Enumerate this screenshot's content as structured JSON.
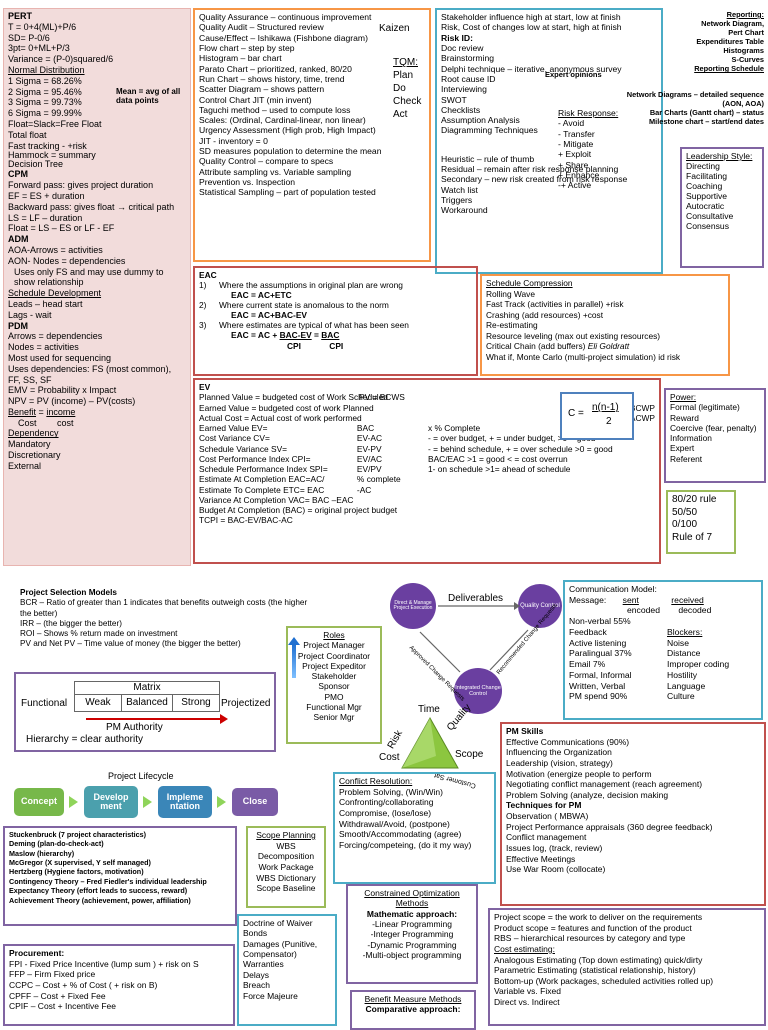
{
  "pert": {
    "title": "PERT",
    "lines": [
      "T = 0+4(ML)+P/6",
      "SD= P-0/6",
      "3pt= 0+ML+P/3",
      "Variance = (P-0)squared/6"
    ],
    "nd_title": "Normal Distribution",
    "sigma": [
      "1 Sigma = 68.26%",
      "2 Sigma = 95.46%",
      "3 Sigma = 99.73%",
      "6 Sigma = 99.99%"
    ],
    "mean_note": "Mean = avg of all data points",
    "float_lines": [
      "Float=Slack=Free Float",
      "Total float",
      "Fast tracking - +risk",
      "Hammock = summary Decision Tree"
    ],
    "cpm_title": "CPM",
    "cpm_lines": [
      "Forward pass: gives project duration",
      "EF = ES + duration",
      "Backward pass: gives float → critical path",
      "LS = LF – duration",
      "Float = LS – ES or LF - EF"
    ],
    "adm_title": "ADM",
    "adm_lines": [
      "AOA-Arrows = activities",
      "AON- Nodes = dependencies",
      "Uses only FS and may use dummy to show relationship"
    ],
    "sd_title": "Schedule Development",
    "sd_lines": [
      "Leads – head start",
      "Lags - wait"
    ],
    "pdm_title": "PDM",
    "pdm_lines": [
      "Arrows = dependencies",
      "Nodes = activities",
      "Most used for sequencing",
      "Uses dependencies: FS (most common), FF, SS, SF"
    ],
    "emv": "EMV = Probability x Impact",
    "npv": "NPV = PV (income) – PV(costs)",
    "benefit_a": "Benefit",
    "benefit_eq": "=",
    "benefit_b": "income",
    "cost_a": "Cost",
    "cost_b": "cost",
    "dep_title": "Dependency",
    "dep_lines": [
      "Mandatory",
      "Discretionary",
      "External"
    ]
  },
  "quality": {
    "lines": [
      "Quality Assurance – continuous improvement",
      "Quality Audit – Structured review",
      "Cause/Effect – Ishikawa (Fishbone diagram)",
      "Flow chart – step by step",
      "Histogram – bar chart",
      "Parato Chart – prioritized, ranked, 80/20",
      "Run Chart – shows history, time, trend",
      "Scatter Diagram – shows pattern",
      "Control Chart          JIT (min invent)",
      "Taguchi method – used to compute loss",
      "Scales: (Ordinal, Cardinal-linear, non linear)",
      "Urgency Assessment (High prob, High Impact)",
      "JIT - inventory = 0",
      "SD measures population to determine the mean",
      "Quality Control – compare to specs",
      "Attribute sampling vs. Variable sampling",
      "Prevention vs. Inspection",
      "Statistical Sampling – part of population tested"
    ],
    "kaizen": "Kaizen",
    "tqm_title": "TQM:",
    "tqm": [
      "Plan",
      "Do",
      "Check",
      "Act"
    ]
  },
  "risk": {
    "lines": [
      "Stakeholder influence high at start, low at finish",
      "Risk, Cost of changes  low at start, high at finish"
    ],
    "id_title": "Risk ID:",
    "id_items": [
      "Doc review",
      "Brainstorming",
      "Delphi technique – iterative, anonymous survey",
      "Root cause ID",
      "Interviewing",
      "SWOT",
      "Checklists",
      "Assumption Analysis",
      "Diagramming Techniques"
    ],
    "expert": "Expert opinions",
    "response_title": "Risk Response:",
    "response": [
      "- Avoid",
      "- Transfer",
      "- Mitigate",
      "+ Exploit",
      "+ Share",
      "+ Enhance",
      "-+ Active"
    ],
    "bottom": [
      "Heuristic – rule of thumb",
      "Residual – remain after risk response planning",
      "Secondary – new risk created from risk response",
      "Watch list",
      "Triggers",
      "Workaround"
    ]
  },
  "reporting": {
    "title": "Reporting:",
    "lines": [
      "Network Diagram,",
      "Pert Chart",
      "Expenditures Table",
      "Histograms",
      "S-Curves"
    ],
    "sched_title": "Reporting Schedule",
    "sched": [
      "Network Diagrams – detailed sequence",
      "(AON, AOA)",
      "Bar Charts (Gantt chart) – status",
      "Milestone chart – start/end dates"
    ]
  },
  "leadership": {
    "title": "Leadership Style:",
    "items": [
      "Directing",
      "Facilitating",
      "Coaching",
      "Supportive",
      "Autocratic",
      "Consultative",
      "Consensus"
    ]
  },
  "eac": {
    "title": "EAC",
    "items": [
      {
        "n": "1)",
        "text": "Where the assumptions in original plan are wrong",
        "eq": "EAC = AC+ETC"
      },
      {
        "n": "2)",
        "text": "Where current state is anomalous to the norm",
        "eq": "EAC = AC+BAC-EV"
      },
      {
        "n": "3)",
        "text": "Where estimates are typical of what has been seen",
        "eq": "EAC = AC +"
      }
    ],
    "bac_ev": "BAC-EV",
    "eq_sign": "=",
    "bac": "BAC",
    "cpi1": "CPI",
    "cpi2": "CPI"
  },
  "compression": {
    "title": "Schedule Compression",
    "lines": [
      "Rolling Wave",
      "Fast Track (activities in parallel) +risk",
      "Crashing  (add resources) +cost",
      "Re-estimating",
      "Resource leveling (max out existing resources)",
      "Critical Chain  (add buffers)",
      "What if, Monte Carlo (multi-project simulation) id risk"
    ],
    "goldratt": "Eli Goldratt"
  },
  "ev": {
    "title": "EV",
    "rows": [
      [
        "Planned Value = budgeted cost of Work Scheduled",
        "PV = BCWS",
        ""
      ],
      [
        "Earned Value  =  budgeted cost of work Planned",
        "",
        "EV = BCWP"
      ],
      [
        "Actual Cost      =  Actual cost of work performed",
        "",
        "AC = ACWP"
      ],
      [
        "Earned Value      EV=",
        "BAC",
        "x       % Complete"
      ],
      [
        "Cost Variance     CV=",
        "EV-AC",
        "- = over budget, + = under budget, >0 = good"
      ],
      [
        "Schedule Variance  SV=",
        "EV-PV",
        "- = behind schedule, + = over schedule >0 = good"
      ],
      [
        "Cost Performance Index CPI=",
        "EV/AC",
        "BAC/EAC      >1 = good < = cost overrun"
      ],
      [
        "Schedule Performance Index  SPI=",
        "EV/PV",
        "1- on schedule >1= ahead of schedule"
      ],
      [
        "Estimate At Completion  EAC=AC/",
        "% complete",
        ""
      ],
      [
        "Estimate To Complete  ETC=  EAC",
        "-AC",
        ""
      ],
      [
        "Variance At Completion  VAC= BAC –EAC",
        "",
        ""
      ],
      [
        "Budget At Completion (BAC) = original project budget",
        "",
        ""
      ],
      [
        "TCPI = BAC-EV/BAC-AC",
        "",
        ""
      ]
    ]
  },
  "channels": {
    "c_eq": "C =",
    "num": "n(n-1)",
    "den": "2"
  },
  "power": {
    "title": "Power:",
    "items": [
      "Formal (legitimate)",
      "Reward",
      "Coercive (fear, penalty)",
      "Information",
      "Expert",
      "Referent"
    ]
  },
  "rules": {
    "items": [
      "80/20 rule",
      "50/50",
      "0/100",
      "Rule of 7"
    ]
  },
  "psm": {
    "title": "Project Selection Models",
    "lines": [
      "BCR – Ratio of greater than 1 indicates that benefits outweigh costs (the higher the better)",
      "IRR – (the bigger the better)",
      "ROI – Shows % return made on investment",
      "PV and Net PV – Time value of money (the bigger the better)"
    ]
  },
  "matrix": {
    "functional": "Functional",
    "title": "Matrix",
    "cells": [
      "Weak",
      "Balanced",
      "Strong"
    ],
    "projectized": "Projectized",
    "pm_authority": "PM Authority",
    "hierarchy": "Hierarchy = clear authority"
  },
  "roles": {
    "title": "Roles",
    "items": [
      "Project Manager",
      "Project Coordinator",
      "Project Expeditor",
      "Stakeholder",
      "Sponsor",
      "PMO",
      "Functional Mgr",
      "Senior Mgr"
    ]
  },
  "change": {
    "node_exec": "Direct & Manage Project Execution",
    "node_qc": "Quality Control",
    "node_icc": "Integrated Change Control",
    "deliverables": "Deliverables",
    "approved": "Approved Change Requests",
    "recommended": "Recommended Change Requests"
  },
  "triangle": {
    "time": "Time",
    "quality": "Quality",
    "risk": "Risk",
    "cost": "Cost",
    "scope": "Scope",
    "satisfaction": "Customer Sat."
  },
  "comm": {
    "title": "Communication Model:",
    "message": "Message:",
    "sent": "sent",
    "received": "received",
    "encoded": "encoded",
    "decoded": "decoded",
    "left": [
      "Non-verbal 55%",
      "Feedback",
      "Active listening",
      "Paralingual 37%",
      "Email 7%",
      "Formal, Informal",
      "Written, Verbal",
      "PM spend 90%"
    ],
    "blockers_title": "Blockers:",
    "blockers": [
      "Noise",
      "Distance",
      "Improper coding",
      "Hostility",
      "Language",
      "Culture"
    ]
  },
  "lifecycle": {
    "title": "Project Lifecycle",
    "stages": [
      "Concept",
      "Develop ment",
      "Impleme ntation",
      "Close"
    ]
  },
  "pmskills": {
    "title": "PM Skills",
    "lines": [
      "Effective Communications (90%)",
      "Influencing the Organization",
      "Leadership (vision, strategy)",
      "Motivation (energize people to perform",
      "Negotiating conflict management (reach agreement)",
      "Problem Solving (analyze, decision making"
    ],
    "tech_title": "Techniques for PM",
    "tech": [
      "Observation ( MBWA)",
      "Project Performance appraisals (360 degree feedback)",
      "Conflict management",
      "Issues log, (track, review)",
      "Effective Meetings",
      "Use War Room (collocate)"
    ]
  },
  "conflict": {
    "title": "Conflict Resolution:",
    "items": [
      "Problem Solving, (Win/Win)",
      "Confronting/collaborating",
      "Compromise, (lose/lose)",
      "Withdrawal/Avoid, (postpone)",
      "Smooth/Accommodating (agree)",
      "Forcing/competeing, (do it my way)"
    ]
  },
  "theories": {
    "items": [
      "Stuckenbruck (7 project characteristics)",
      "Deming (plan-do-check-act)",
      "Maslow (hierarchy)",
      "McGregor (X supervised, Y self managed)",
      "Hertzberg (Hygiene factors, motivation)",
      "Contingency Theory – Fred Fiedler's individual leadership",
      "Expectancy Theory (effort leads to success, reward)",
      "Achievement Theory (achievement, power, affiliation)"
    ]
  },
  "scope_planning": {
    "title": "Scope Planning",
    "items": [
      "WBS",
      "Decomposition",
      "Work Package",
      "WBS Dictionary",
      "Scope Baseline"
    ]
  },
  "contract": {
    "items": [
      "Doctrine of Waiver",
      "Bonds",
      "Damages (Punitive, Compensator)",
      "Warranties",
      "Delays",
      "Breach",
      "Force Majeure"
    ]
  },
  "constrained": {
    "title": "Constrained Optimization Methods",
    "sub": "Mathematic approach:",
    "items": [
      "-Linear Programming",
      "-Integer Programming",
      "-Dynamic Programming",
      "-Multi-object programming"
    ]
  },
  "benefit_methods": {
    "title": "Benefit Measure Methods",
    "sub": "Comparative approach:"
  },
  "scope_cost": {
    "lines": [
      "Project scope = the work to deliver on the  requirements",
      "Product scope = features and function of the product",
      "RBS – hierarchical resources by category and type"
    ],
    "est_title": "Cost estimating:",
    "est": [
      "Analogous Estimating (Top down estimating) quick/dirty",
      "Parametric Estimating (statistical relationship, history)",
      "Bottom-up (Work packages, scheduled activities rolled up)",
      "Variable vs. Fixed",
      "Direct vs. Indirect"
    ]
  },
  "procurement": {
    "title": "Procurement:",
    "items": [
      "FPI - Fixed Price Incentive (lump sum ) + risk on  S",
      "FFP – Firm Fixed price",
      "CCPC – Cost + % of Cost  ( + risk on B)",
      "CPFF – Cost + Fixed Fee",
      "CPIF – Cost + Incentive Fee"
    ]
  },
  "colors": {
    "pink": "#f2dcdb",
    "orange": "#f79646",
    "teal": "#4bacc6",
    "red": "#c0504d",
    "blue": "#4f81bd",
    "green": "#9bbb59",
    "purple": "#8064a2",
    "stage1": "#77b84a",
    "stage2": "#4ba0ad",
    "stage3": "#3a86b8",
    "stage4": "#7a5ba6"
  },
  "icons": {
    "arrow": "up-arrow-icon",
    "triangle": "triple-constraint-triangle-icon"
  }
}
